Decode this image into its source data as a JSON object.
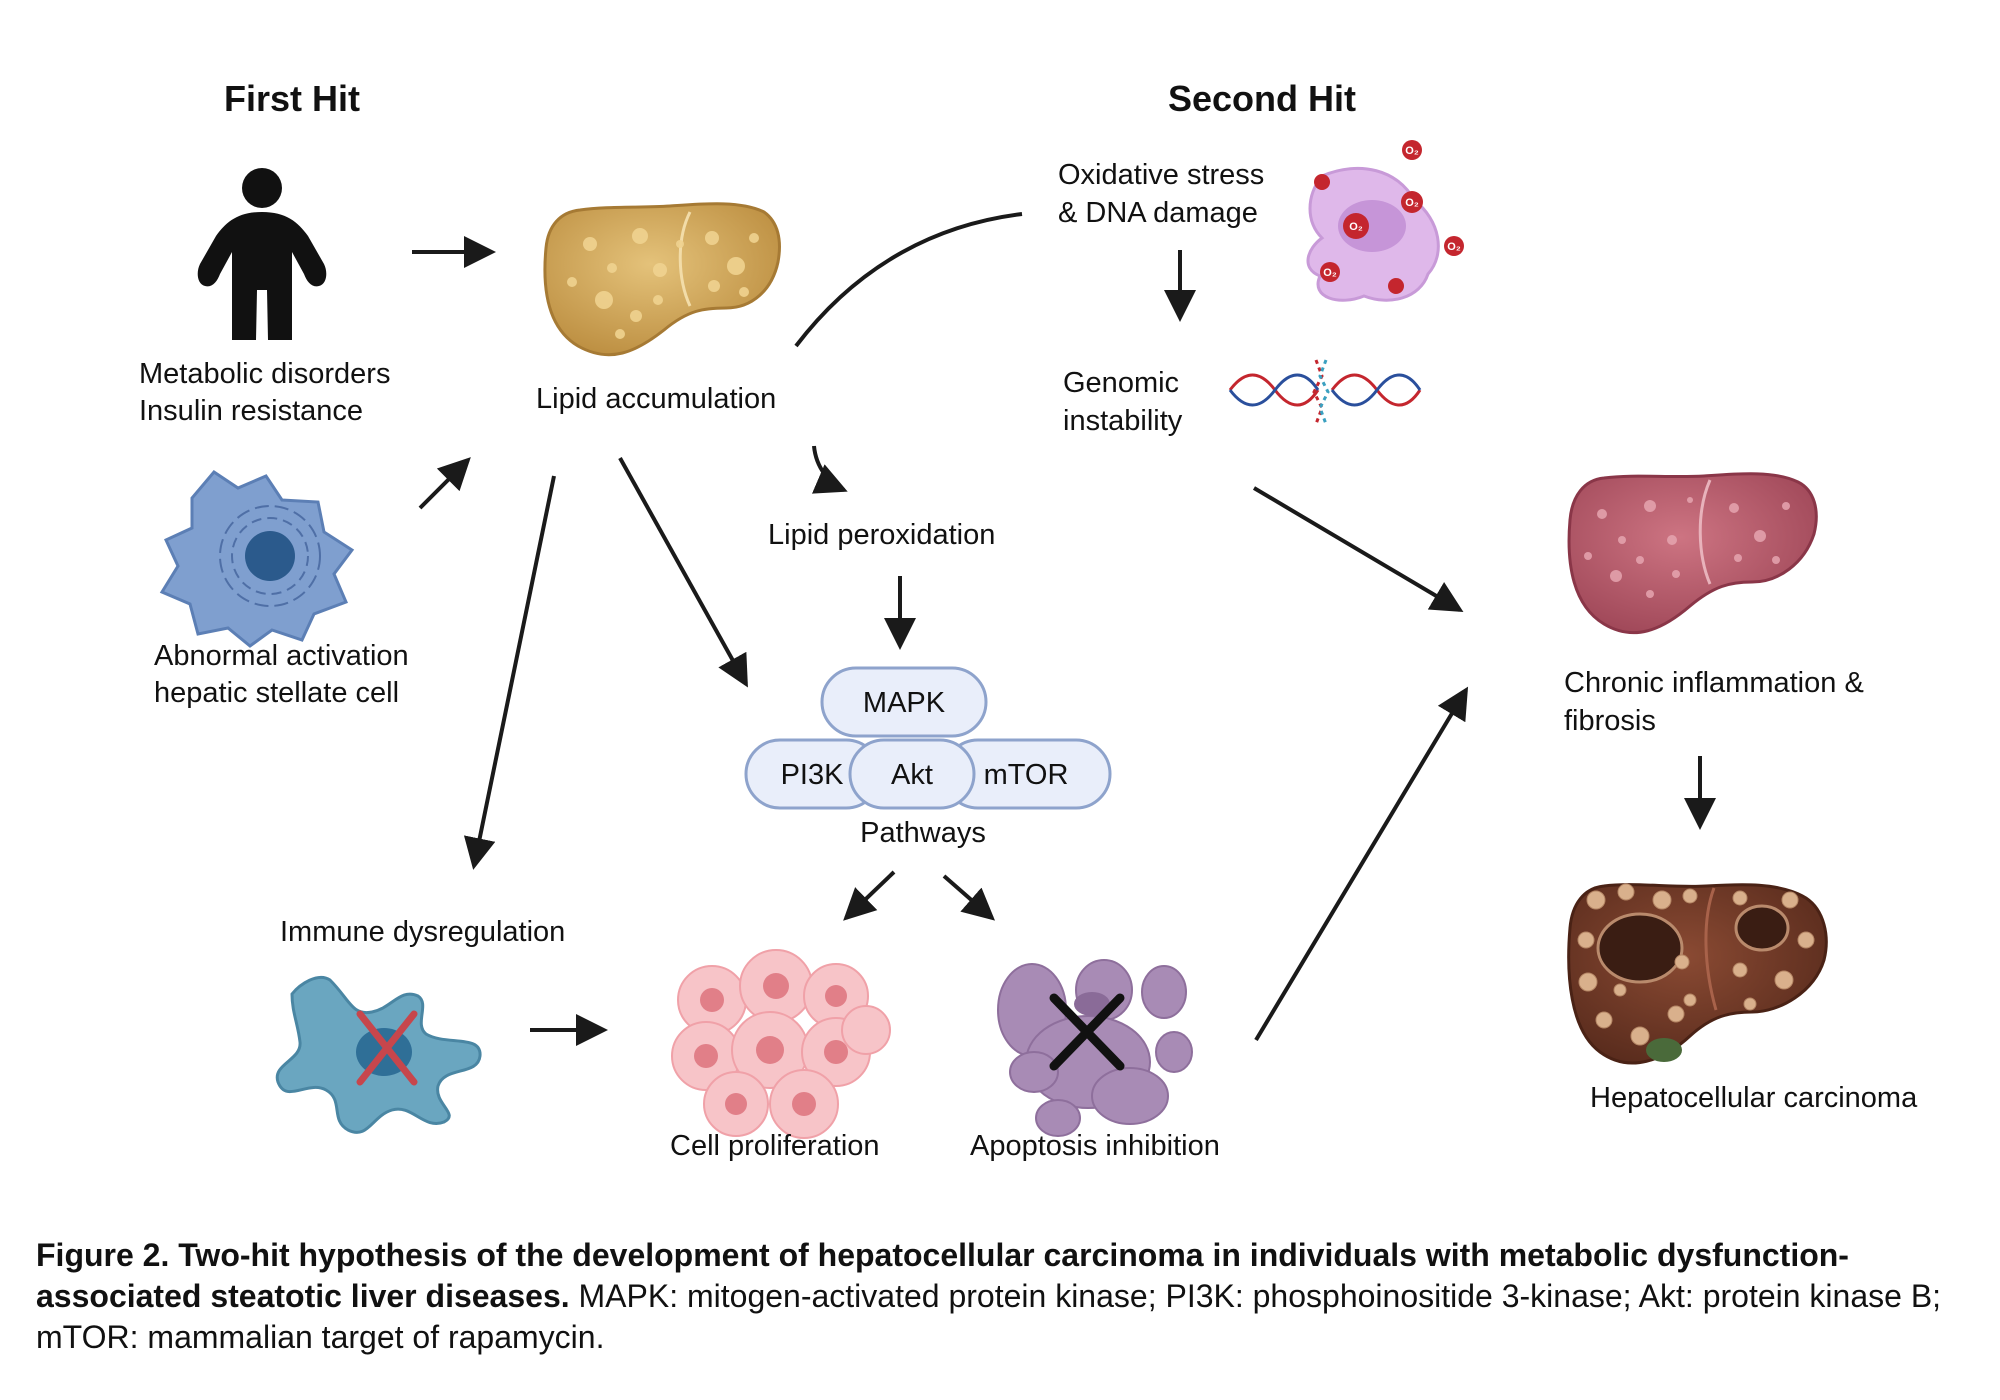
{
  "headers": {
    "first_hit": "First Hit",
    "second_hit": "Second Hit"
  },
  "labels": {
    "metabolic_line1": "Metabolic disorders",
    "metabolic_line2": "Insulin resistance",
    "stellate_line1": "Abnormal activation",
    "stellate_line2": "hepatic stellate cell",
    "lipid_accumulation": "Lipid accumulation",
    "oxidative_line1": "Oxidative stress",
    "oxidative_line2": "& DNA damage",
    "genomic_line1": "Genomic",
    "genomic_line2": "instability",
    "lipid_peroxidation": "Lipid peroxidation",
    "pathways": "Pathways",
    "immune_dysregulation": "Immune dysregulation",
    "cell_proliferation": "Cell proliferation",
    "apoptosis_inhibition": "Apoptosis inhibition",
    "inflammation_line1": "Chronic inflammation &",
    "inflammation_line2": "fibrosis",
    "hcc": "Hepatocellular carcinoma",
    "oxygen_symbol": "O₂"
  },
  "pathways": {
    "mapk": "MAPK",
    "pi3k": "PI3K",
    "akt": "Akt",
    "mtor": "mTOR"
  },
  "caption": {
    "title": "Figure 2. Two-hit hypothesis of the development of hepatocellular carcinoma in individuals with metabolic dysfunction-associated steatotic liver diseases.",
    "body": " MAPK: mitogen-activated protein kinase; PI3K: phosphoinositide 3-kinase; Akt: protein kinase B; mTOR: mammalian target of rapamycin."
  },
  "colors": {
    "fatty_liver": "#d4aa5c",
    "inflamed_liver": "#b85b6a",
    "hcc_liver": "#6e3a28",
    "stellate_cell": "#7f9fcf",
    "immune_cell": "#6aa6c0",
    "proliferating_cell": "#f2a3aa",
    "apoptotic_cell": "#a88bb5",
    "oxidative_cell": "#dfb8ea",
    "ros_burst": "#c4262e",
    "pathway_fill": "#e9eefa",
    "pathway_stroke": "#8ea3cc"
  }
}
